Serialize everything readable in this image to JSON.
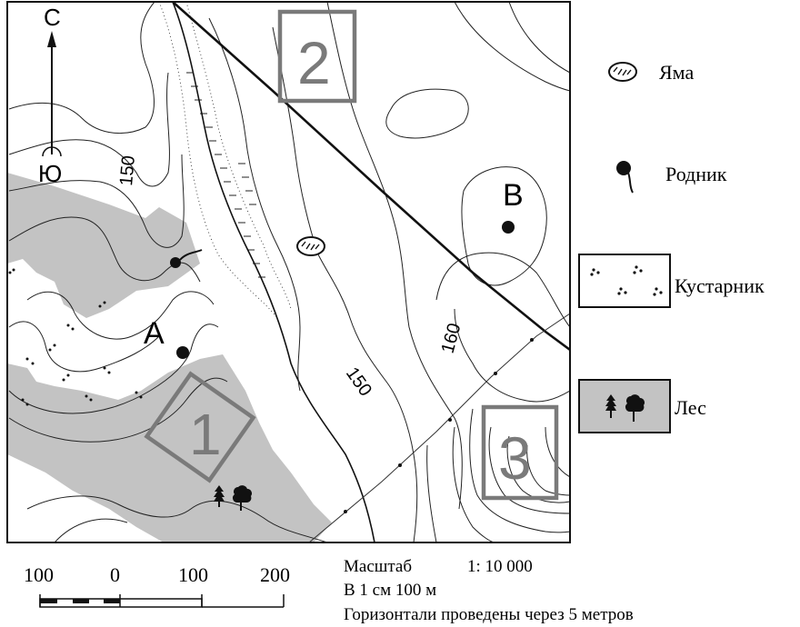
{
  "compass": {
    "north": "С",
    "south": "Ю"
  },
  "contour_labels": [
    "150",
    "150",
    "160"
  ],
  "points": {
    "a": "А",
    "b": "В"
  },
  "zones": [
    "1",
    "2",
    "3"
  ],
  "legend": [
    {
      "icon": "pit-icon",
      "label": "Яма"
    },
    {
      "icon": "spring-icon",
      "label": "Родник"
    },
    {
      "icon": "shrub-icon",
      "label": "Кустарник"
    },
    {
      "icon": "forest-icon",
      "label": "Лес"
    }
  ],
  "scale_bar": {
    "ticks": [
      "100",
      "0",
      "100",
      "200"
    ]
  },
  "scale_info": {
    "label": "Масштаб",
    "ratio": "1: 10 000",
    "cm": "В 1 см 100 м",
    "contour_interval": "Горизонтали проведены через 5 метров"
  },
  "colors": {
    "forest": "#c3c3c3",
    "zone_frame": "#7a7a7a",
    "ink": "#111111"
  }
}
